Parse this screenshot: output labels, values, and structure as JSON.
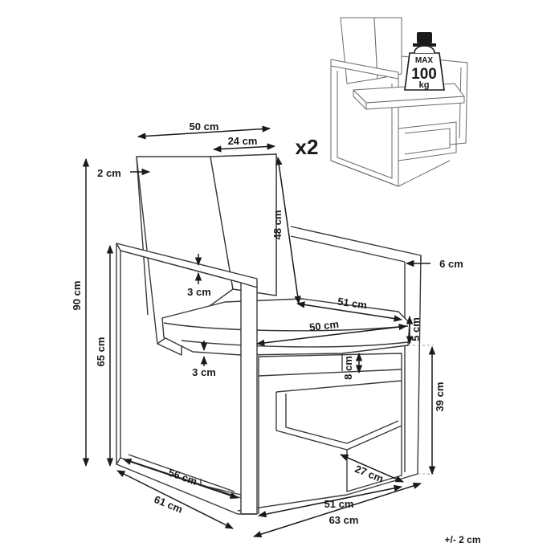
{
  "multiplier": "x2",
  "weight_badge": {
    "line1": "MAX",
    "line2": "100",
    "line3": "kg"
  },
  "tolerance": "+/- 2 cm",
  "dimensions": {
    "backrest_width": "50 cm",
    "backrest_panel_width": "24 cm",
    "backrest_edge": "2 cm",
    "backrest_height": "48 cm",
    "total_height": "90 cm",
    "armrest_height": "65 cm",
    "armrest_thickness": "6 cm",
    "armrest_gap": "3 cm",
    "seat_depth": "51 cm",
    "cushion_width": "50 cm",
    "cushion_thickness": "5 cm",
    "seat_gap": "3 cm",
    "seat_frame": "8 cm",
    "seat_height": "39 cm",
    "inner_side_depth": "56 cm",
    "side_depth": "61 cm",
    "rear_inset": "27 cm",
    "inner_width": "51 cm",
    "total_width": "63 cm"
  }
}
